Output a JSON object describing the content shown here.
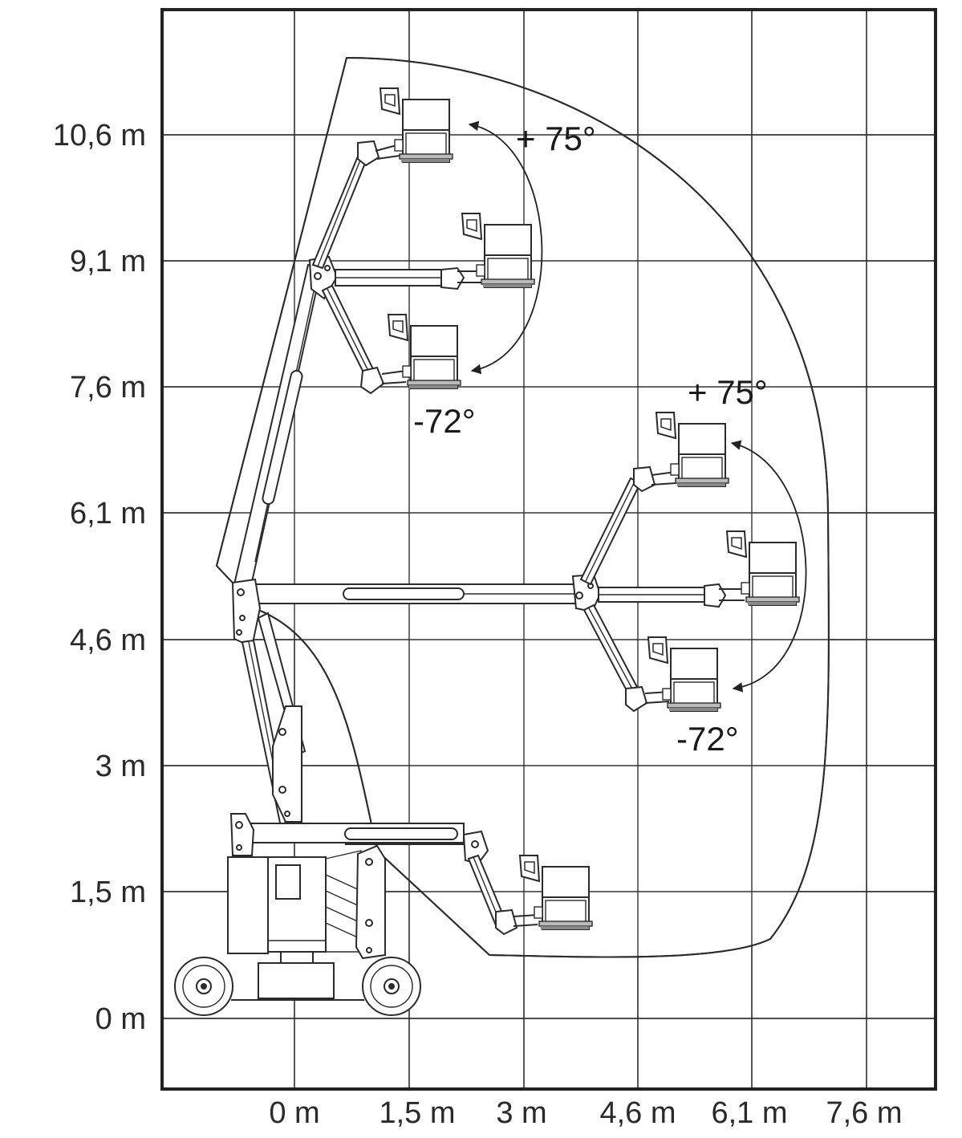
{
  "axes": {
    "y_labels": [
      "10,6 m",
      "9,1 m",
      "7,6 m",
      "6,1 m",
      "4,6 m",
      "3 m",
      "1,5 m",
      "0 m"
    ],
    "x_labels": [
      "0 m",
      "1,5 m",
      "3 m",
      "4,6 m",
      "6,1 m",
      "7,6 m"
    ]
  },
  "angles": {
    "upper_plus": "+ 75°",
    "upper_minus": "-72°",
    "middle_plus": "+ 75°",
    "middle_minus": "-72°"
  },
  "colors": {
    "frame": "#222222",
    "grid": "#333333",
    "line": "#2b2b2b",
    "text": "#2a2a2a"
  }
}
